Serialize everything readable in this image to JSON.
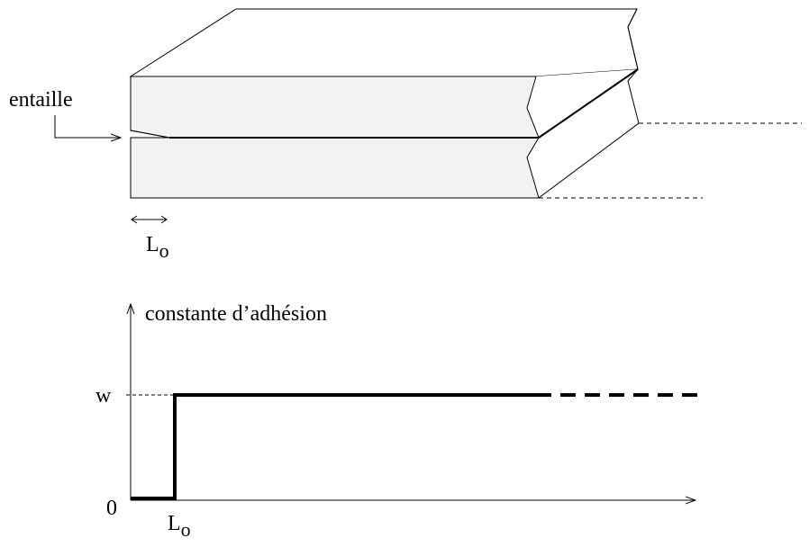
{
  "specimen": {
    "notch_label": "entaille",
    "notch_length_label": "L",
    "notch_length_sub": "o"
  },
  "graph": {
    "y_label": "constante d’adhésion",
    "y_level_label": "w",
    "zero_label": "0",
    "x_mark_label": "L",
    "x_mark_sub": "o"
  }
}
